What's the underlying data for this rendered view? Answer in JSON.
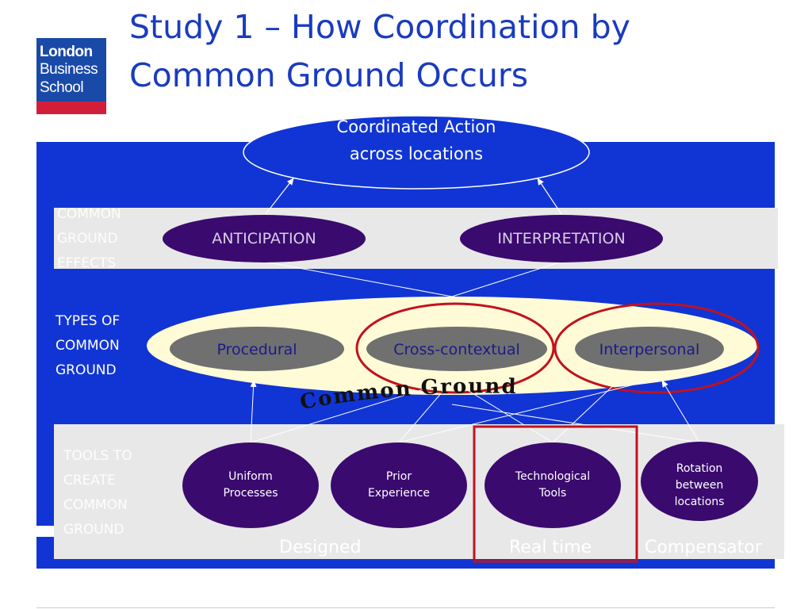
{
  "slide": {
    "title_line1": "Study 1 – How Coordination by",
    "title_line2": "Common Ground Occurs"
  },
  "logo": {
    "line1": "London",
    "line2": "Business",
    "line3": "School"
  },
  "top_oval": {
    "line1": "Coordinated Action",
    "line2": "across locations"
  },
  "sections": {
    "effects": {
      "line1": "COMMON",
      "line2": "GROUND",
      "line3": "EFFECTS"
    },
    "types": {
      "line1": "TYPES OF",
      "line2": "COMMON",
      "line3": "GROUND"
    },
    "tools": {
      "line1": "TOOLS TO",
      "line2": "CREATE",
      "line3": "COMMON",
      "line4": "GROUND"
    }
  },
  "effects": [
    "ANTICIPATION",
    "INTERPRETATION"
  ],
  "types": [
    "Procedural",
    "Cross-contextual",
    "Interpersonal"
  ],
  "common_ground_label": "Common Ground",
  "tools": [
    {
      "line1": "Uniform",
      "line2": "Processes"
    },
    {
      "line1": "Prior",
      "line2": "Experience"
    },
    {
      "line1": "Technological",
      "line2": "Tools"
    },
    {
      "line1": "Rotation",
      "line2": "between",
      "line3": "locations"
    }
  ],
  "tool_categories": [
    "Designed",
    "Real time",
    "Compensator"
  ],
  "colors": {
    "panel_blue": "#1135d4",
    "band_gray": "#e8e8e8",
    "dark_purple": "#3a0a6e",
    "gray_oval": "#707070",
    "cream": "#fffbd6",
    "highlight_red": "#c0121e",
    "title_blue": "#1a3bbf"
  }
}
